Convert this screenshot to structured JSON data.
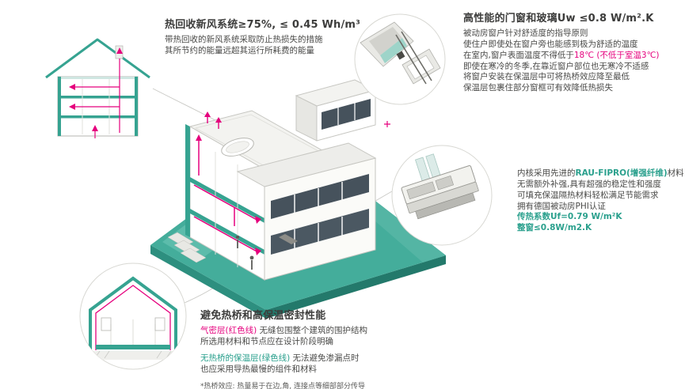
{
  "colors": {
    "teal": "#2aa08d",
    "magenta": "#e5007d",
    "dark_text": "#3c3c3b",
    "body_text": "#4a4a48",
    "platform_teal": "#44ad9b",
    "window_dark": "#46525c"
  },
  "ventilation": {
    "title": "热回收新风系统≥75%, ≤ 0.45 Wh/m³",
    "line1": "带热回收的新风系统采取防止热损失的措施",
    "line2": "其所节约的能量远超其运行所耗费的能量"
  },
  "windows": {
    "title": "高性能的门窗和玻璃Uw ≤0.8 W/m².K",
    "line1": "被动房窗户针对舒适度的指导原则",
    "line2": "使住户即使处在窗户旁也能感到极为舒适的温度",
    "line3_black": "在室内,窗户表面温度不得低于",
    "line3_red": "18℃ (不低于室温3℃)",
    "line4": "即使在寒冷的冬季,在靠近窗户部位也无寒冷不适感",
    "line5": "将窗户安装在保温层中可将热桥效应降至最低",
    "line6": "保温层包裹住部分窗框可有效降低热损失"
  },
  "profile": {
    "line1_pre": "内核采用先进的",
    "line1_teal": "RAU-FIPRO(增强纤维)",
    "line1_post": "材料",
    "line2": "无需额外补强,具有超强的稳定性和强度",
    "line3": "可填充保温隔热材料轻松满足节能需求",
    "line4": "拥有德国被动房PHI认证",
    "line5": "传热系数Uf=0.79 W/m²K",
    "line6": "整窗≤0.8W/m2.K"
  },
  "thermal": {
    "title": "避免热桥和高保温密封性能",
    "line1_red": "气密层(红色线)",
    "line1_rest": " 无缝包围整个建筑的围护结构",
    "line2": "所选用材料和节点应在设计阶段明确",
    "line3_teal": "无热桥的保温层(绿色线)",
    "line3_rest": " 无法避免渗漏点时",
    "line4": "也应采用导热最慢的组件和材料",
    "footnote": "*热桥效应: 热量易于在边,角, 连接点等细部部分传导"
  }
}
